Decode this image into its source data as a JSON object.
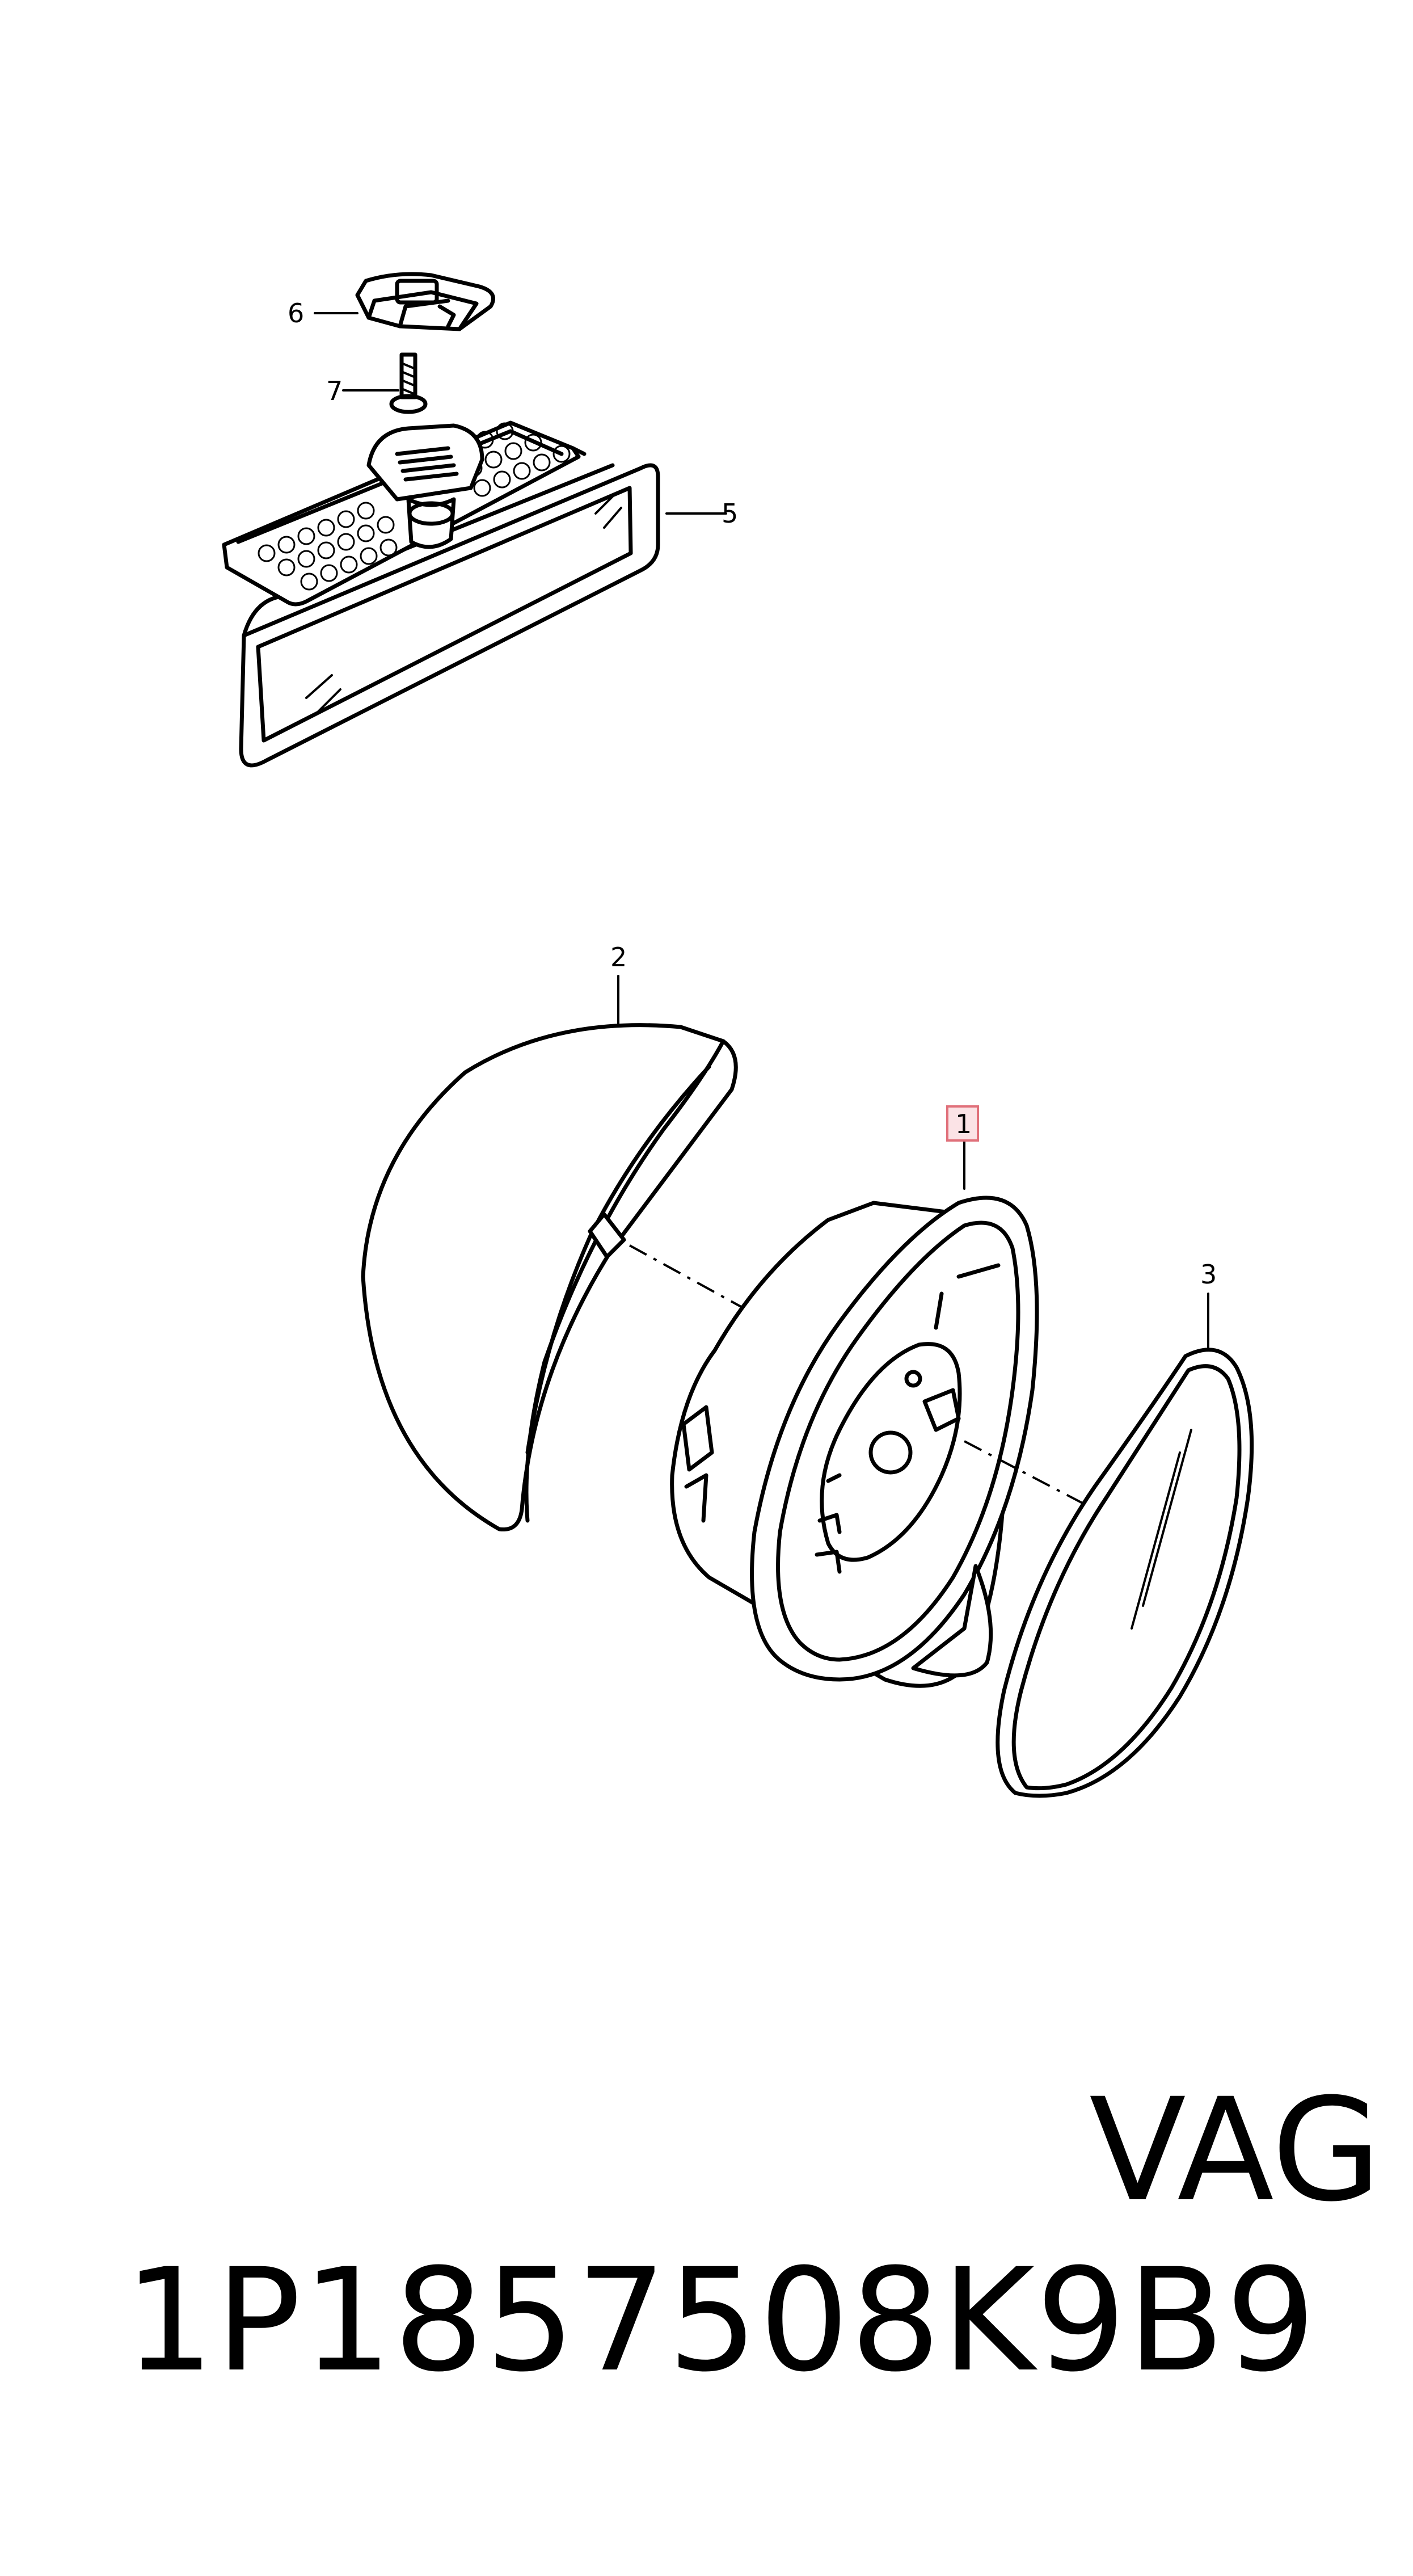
{
  "callouts": {
    "c1": "1",
    "c2": "2",
    "c3": "3",
    "c5": "5",
    "c6": "6",
    "c7": "7"
  },
  "footer": {
    "part_number": "1P1857508K9B9",
    "brand": "VAG"
  },
  "colors": {
    "line": "#000000",
    "highlight_box": "#e0707a",
    "highlight_fill": "#fbe3e6"
  }
}
